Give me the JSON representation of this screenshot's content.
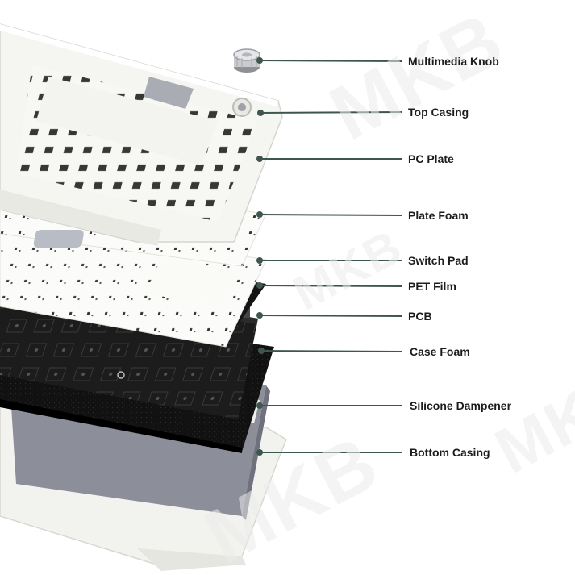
{
  "watermark": "MKB",
  "colors": {
    "leader_line": "#3e5550",
    "dot": "#3e5550",
    "label_text": "#1c1c1c",
    "casing_white": "#f4f4f1",
    "pcb_black": "#1a1a1a",
    "foam_black": "#0d0d0d",
    "dampener_gray": "#8a8c98"
  },
  "parts": [
    {
      "label": "Multimedia Knob"
    },
    {
      "label": "Top Casing"
    },
    {
      "label": "PC Plate"
    },
    {
      "label": "Plate Foam"
    },
    {
      "label": "Switch Pad"
    },
    {
      "label": "PET Film"
    },
    {
      "label": "PCB"
    },
    {
      "label": "Case Foam"
    },
    {
      "label": "Silicone Dampener"
    },
    {
      "label": "Bottom Casing"
    }
  ]
}
